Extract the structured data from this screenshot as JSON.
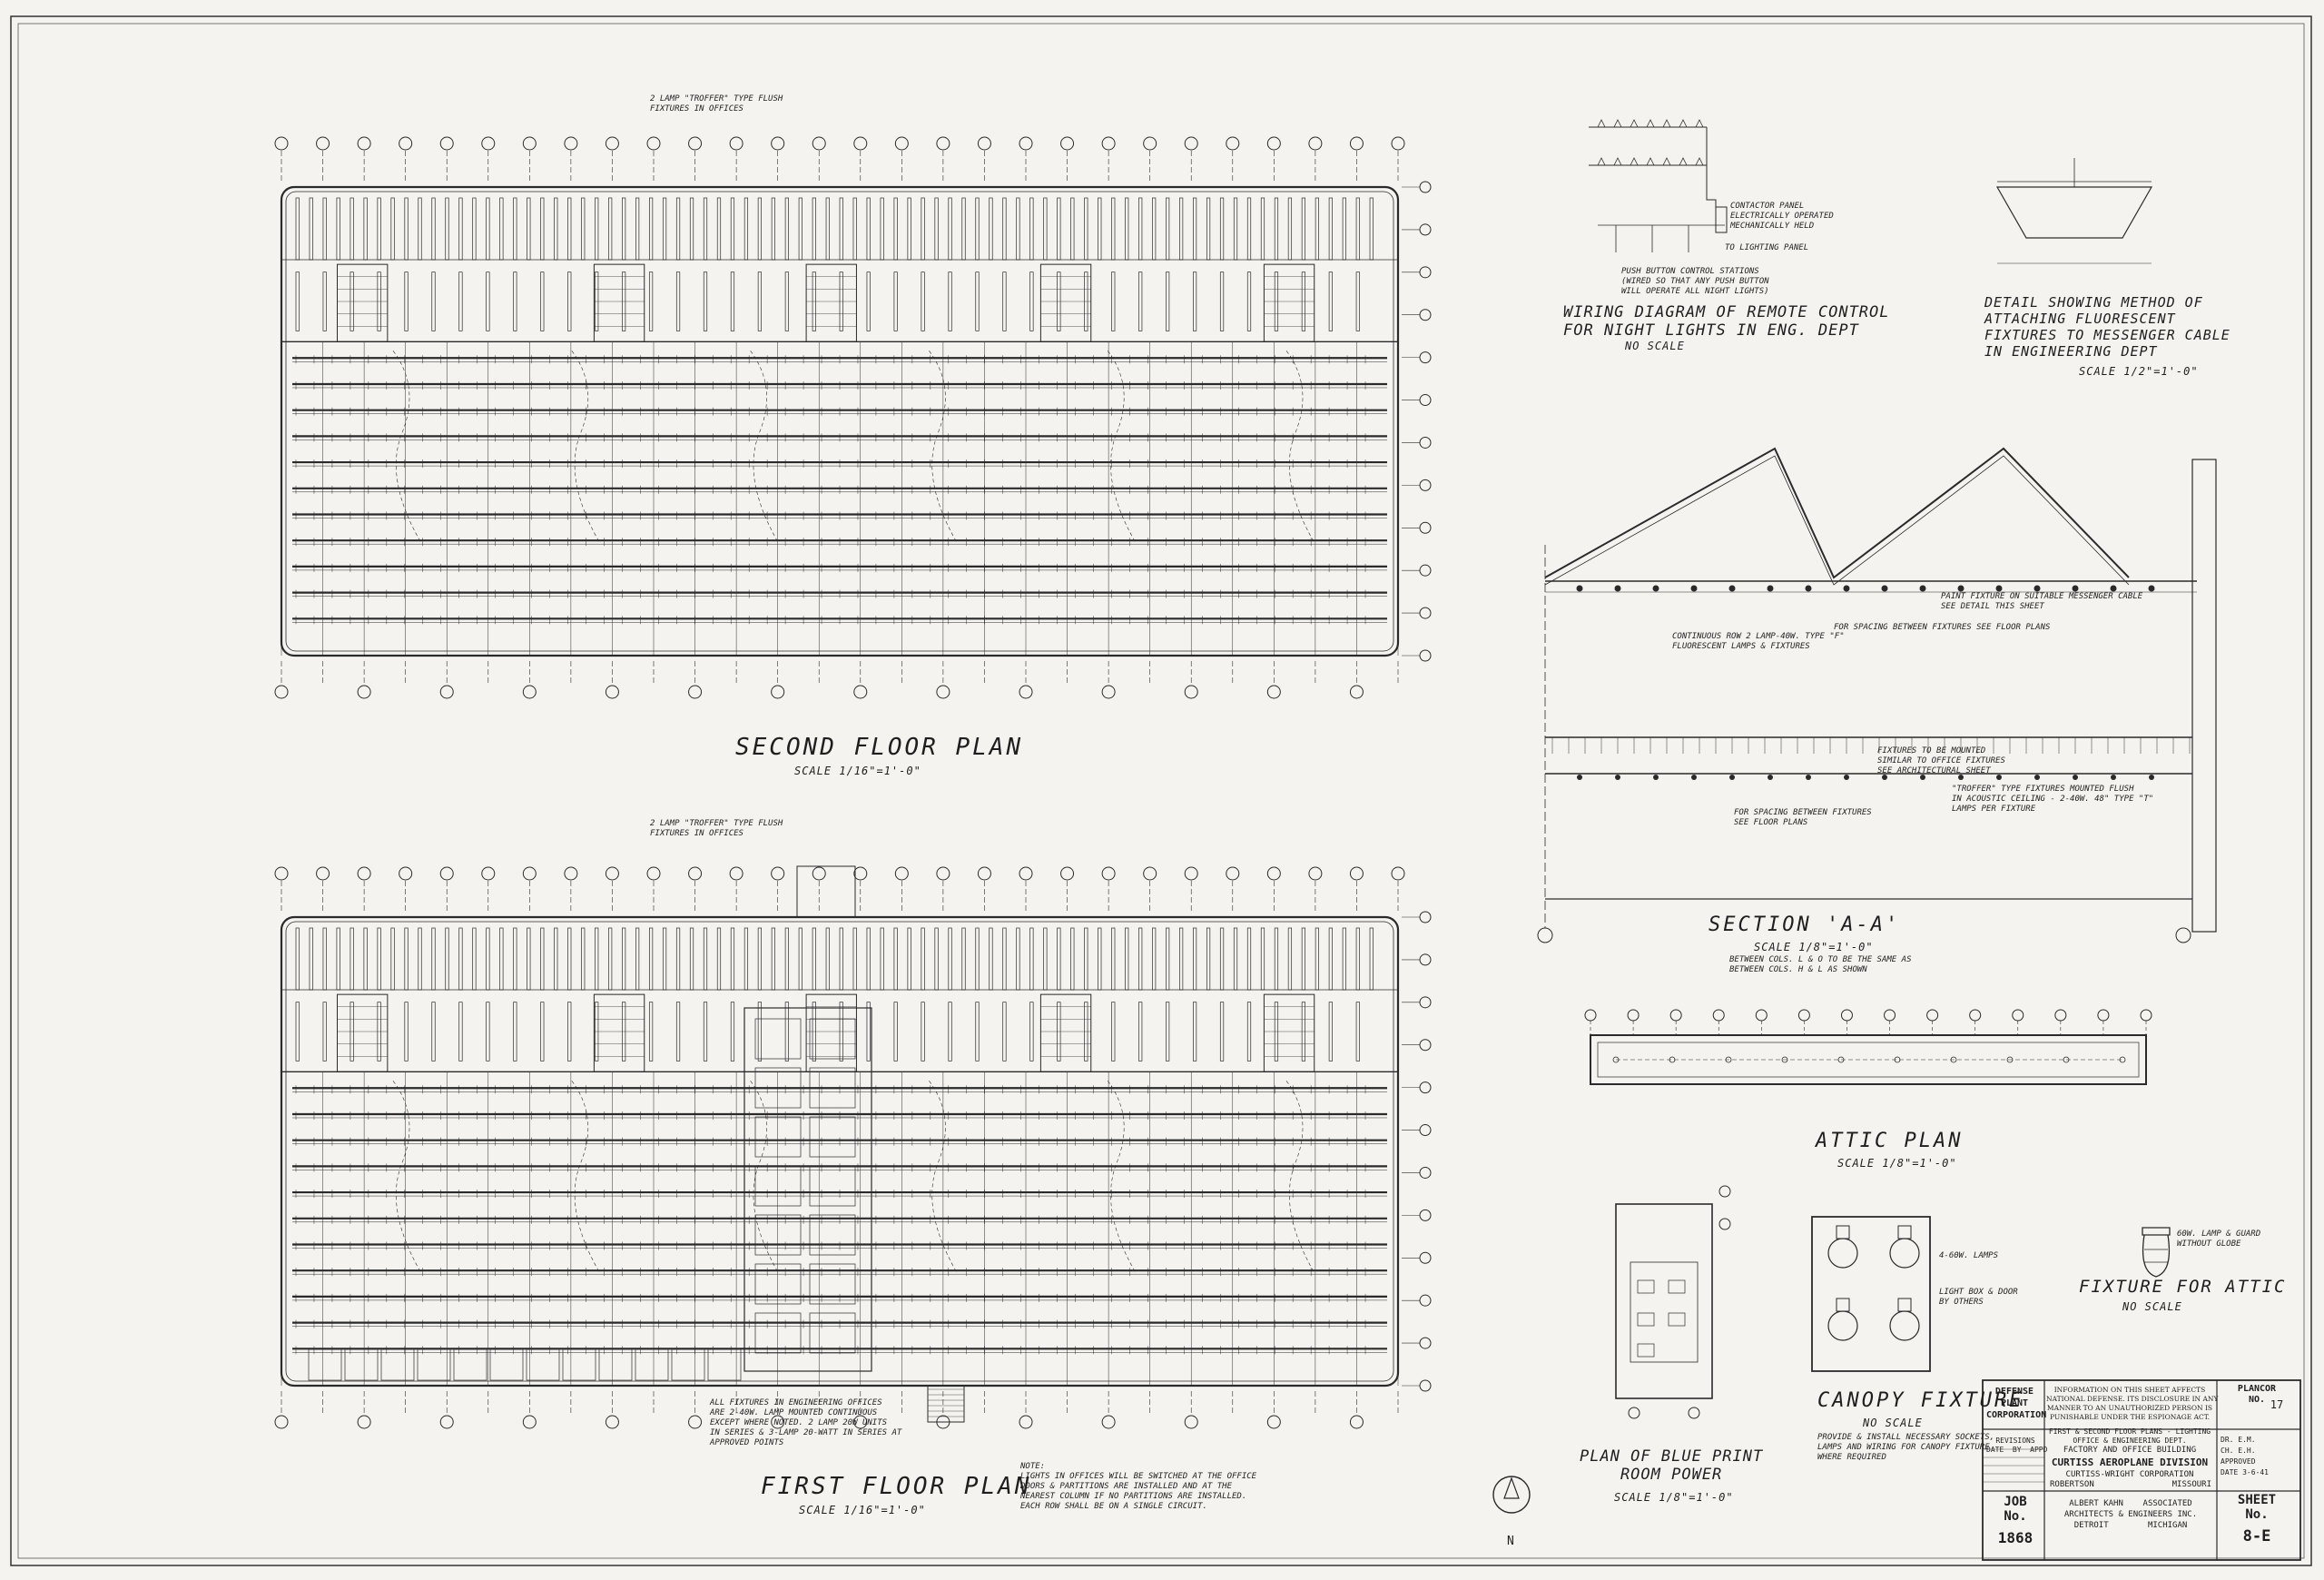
{
  "drawing": {
    "plans": {
      "second_floor": {
        "title": "SECOND FLOOR PLAN",
        "scale": "SCALE 1/16\"=1'-0\""
      },
      "first_floor": {
        "title": "FIRST FLOOR PLAN",
        "scale": "SCALE 1/16\"=1'-0\""
      },
      "section_aa": {
        "title": "SECTION 'A-A'",
        "scale": "SCALE 1/8\"=1'-0\"",
        "note": "BETWEEN COLS. L & O TO BE THE SAME AS\nBETWEEN COLS. H & L AS SHOWN"
      },
      "attic": {
        "title": "ATTIC PLAN",
        "scale": "SCALE 1/8\"=1'-0\""
      },
      "blueprint_room": {
        "title": "PLAN OF BLUE PRINT\nROOM POWER",
        "scale": "SCALE 1/8\"=1'-0\""
      },
      "canopy": {
        "title": "CANOPY FIXTURE",
        "scale": "NO SCALE",
        "note": "PROVIDE & INSTALL NECESSARY SOCKETS,\nLAMPS AND WIRING FOR CANOPY FIXTURE\nWHERE REQUIRED"
      },
      "fixture_attic": {
        "title": "FIXTURE FOR ATTIC",
        "scale": "NO SCALE"
      },
      "wiring": {
        "title": "WIRING DIAGRAM OF REMOTE CONTROL\nFOR NIGHT LIGHTS IN ENG. DEPT",
        "scale": "NO SCALE"
      },
      "detail": {
        "title": "DETAIL SHOWING METHOD OF\nATTACHING FLUORESCENT\nFIXTURES TO MESSENGER CABLE\nIN ENGINEERING DEPT",
        "scale": "SCALE 1/2\"=1'-0\""
      }
    },
    "callouts": {
      "troffer_1": "2 LAMP \"TROFFER\" TYPE FLUSH\nFIXTURES IN OFFICES",
      "troffer_2": "2 LAMP \"TROFFER\" TYPE FLUSH\nFIXTURES IN OFFICES",
      "continuous_row": "CONTINUOUS ROW 2 LAMP-40W. TYPE \"F\"\nFLUORESCENT LAMPS & FIXTURES",
      "for_spacing": "FOR SPACING BETWEEN FIXTURES SEE FLOOR PLANS",
      "fixtures_mounted": "FIXTURES TO BE MOUNTED\nSIMILAR TO OFFICE FIXTURES\nSEE ARCHITECTURAL SHEET",
      "troffer_ceiling": "\"TROFFER\" TYPE FIXTURES MOUNTED FLUSH\nIN ACOUSTIC CEILING - 2-40W. 48\" TYPE \"T\"\nLAMPS PER FIXTURE",
      "for_spacing_2": "FOR SPACING BETWEEN FIXTURES\nSEE FLOOR PLANS",
      "messenger": "PAINT FIXTURE ON SUITABLE MESSENGER CABLE\nSEE DETAIL THIS SHEET",
      "canopy_lamps": "4-60W. LAMPS",
      "canopy_box": "LIGHT BOX & DOOR\nBY OTHERS",
      "attic_fixture": "60W. LAMP & GUARD\nWITHOUT GLOBE",
      "contactor": "CONTACTOR PANEL\nELECTRICALLY OPERATED\nMECHANICALLY HELD",
      "to_lighting": "TO LIGHTING PANEL",
      "push_button": "PUSH BUTTON CONTROL STATIONS\n(WIRED SO THAT ANY PUSH BUTTON\nWILL OPERATE ALL NIGHT LIGHTS)",
      "first_notes": "ALL FIXTURES IN ENGINEERING OFFICES\nARE 2-40W. LAMP MOUNTED CONTINUOUS\nEXCEPT WHERE NOTED. 2 LAMP 20W UNITS\nIN SERIES & 3-LAMP 20-WATT IN SERIES AT\nAPPROVED POINTS",
      "first_notes_2": "NOTE:\nLIGHTS IN OFFICES WILL BE SWITCHED AT THE OFFICE\nDOORS & PARTITIONS ARE INSTALLED AND AT THE\nNEAREST COLUMN IF NO PARTITIONS ARE INSTALLED.\nEACH ROW SHALL BE ON A SINGLE CIRCUIT."
    },
    "title_block": {
      "corp": "DEFENSE\nPLANT\nCORPORATION",
      "notice": "INFORMATION ON THIS SHEET AFFECTS\nNATIONAL DEFENSE. ITS DISCLOSURE IN ANY\nMANNER TO AN UNAUTHORIZED PERSON IS\nPUNISHABLE UNDER THE ESPIONAGE ACT.",
      "plancor_label": "PLANCOR\nNO.",
      "plancor_no": "17",
      "revisions": "REVISIONS\nDATE  BY  APPD",
      "title": "FIRST & SECOND FLOOR PLANS - LIGHTING\nOFFICE & ENGINEERING DEPT.",
      "building": "FACTORY AND OFFICE BUILDING",
      "division": "CURTISS AEROPLANE DIVISION",
      "corporation": "CURTISS-WRIGHT CORPORATION",
      "city": "ROBERTSON",
      "state": "MISSOURI",
      "architect": "ALBERT KAHN    ASSOCIATED\nARCHITECTS & ENGINEERS INC.\nDETROIT        MICHIGAN",
      "job_label": "JOB\nNo.",
      "job_no": "1868",
      "sheet_label": "SHEET\nNo.",
      "sheet_no": "8-E",
      "drawn": "DR. E.M.\nCH. E.H.\nAPPROVED\nDATE 3-6-41"
    },
    "north": "N"
  }
}
